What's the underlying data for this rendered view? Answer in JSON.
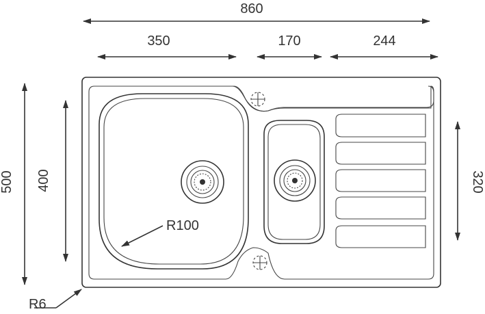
{
  "dimensions": {
    "overall_width": "860",
    "main_bowl_width": "350",
    "small_bowl_width": "170",
    "drainer_width": "244",
    "overall_depth": "500",
    "bowl_depth": "400",
    "drainer_depth": "320"
  },
  "annotations": {
    "bowl_radius": "R100",
    "corner_radius": "R6"
  },
  "colors": {
    "line": "#333333",
    "background": "#ffffff"
  }
}
